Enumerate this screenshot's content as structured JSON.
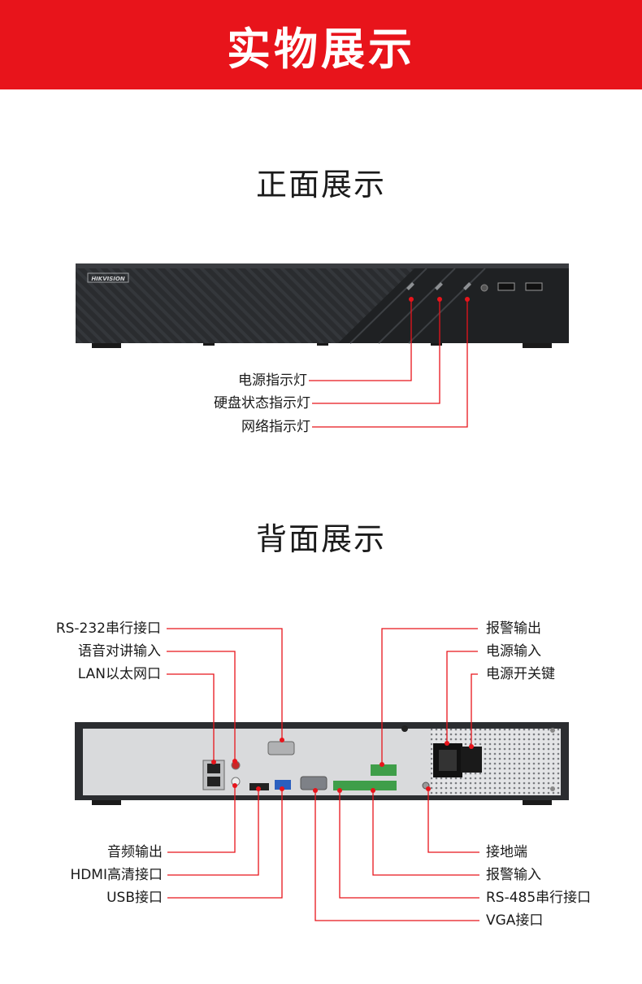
{
  "banner": {
    "title": "实物展示"
  },
  "front": {
    "title": "正面展示",
    "brand": "HIKVISION",
    "labels": [
      "电源指示灯",
      "硬盘状态指示灯",
      "网络指示灯"
    ]
  },
  "back": {
    "title": "背面展示",
    "left_top_labels": [
      "RS-232串行接口",
      "语音对讲输入",
      "LAN以太网口"
    ],
    "left_bottom_labels": [
      "音频输出",
      "HDMI高清接口",
      "USB接口"
    ],
    "right_top_labels": [
      "报警输出",
      "电源输入",
      "电源开关键"
    ],
    "right_bottom_labels": [
      "接地端",
      "报警输入",
      "RS-485串行接口",
      "VGA接口"
    ]
  },
  "colors": {
    "accent": "#e8141b",
    "device": "#2b2d30",
    "panel": "#d9dadc"
  }
}
